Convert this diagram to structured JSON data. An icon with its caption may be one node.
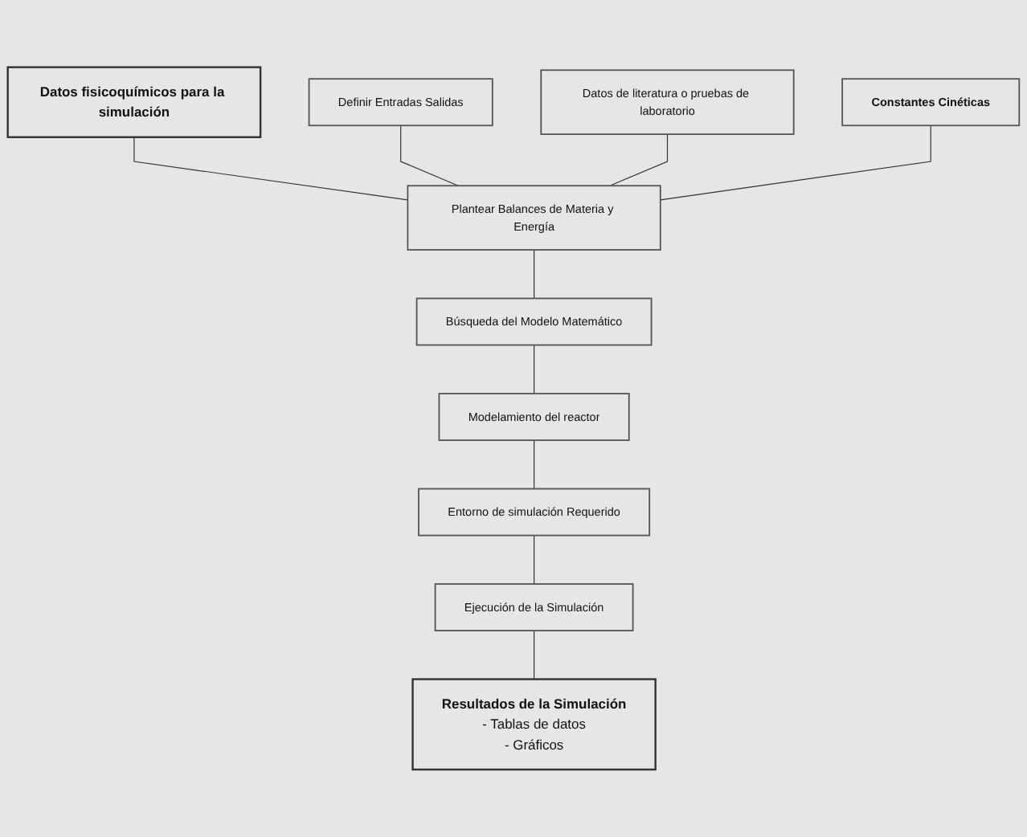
{
  "diagram": {
    "nodes": [
      {
        "text": [
          "Datos fisicoquímicos para la simulación"
        ]
      },
      {
        "text": [
          "Definir Entradas Salidas"
        ]
      },
      {
        "text": [
          "Datos de literatura o pruebas de laboratorio"
        ]
      },
      {
        "text": [
          "Constantes Cinéticas"
        ]
      },
      {
        "text": [
          "Plantear Balances de Materia y Energía"
        ]
      },
      {
        "text": [
          "Búsqueda del Modelo Matemático"
        ]
      },
      {
        "text": [
          "Modelamiento del reactor"
        ]
      },
      {
        "text": [
          "Entorno de simulación Requerido"
        ]
      },
      {
        "text": [
          "Ejecución de la Simulación"
        ]
      },
      {
        "text": [
          "Resultados de la Simulación",
          "- Tablas de datos",
          "- Gráficos"
        ]
      }
    ],
    "edges": [
      {
        "from": 0,
        "to": 4,
        "arrow": "none"
      },
      {
        "from": 1,
        "to": 4,
        "arrow": "none"
      },
      {
        "from": 2,
        "to": 4,
        "arrow": "none"
      },
      {
        "from": 3,
        "to": 4,
        "arrow": "none"
      },
      {
        "from": 4,
        "to": 5,
        "arrow": "none"
      },
      {
        "from": 5,
        "to": 6,
        "arrow": "none"
      },
      {
        "from": 6,
        "to": 7,
        "arrow": "none"
      },
      {
        "from": 7,
        "to": 8,
        "arrow": "none"
      },
      {
        "from": 8,
        "to": 9,
        "arrow": "none"
      }
    ]
  }
}
